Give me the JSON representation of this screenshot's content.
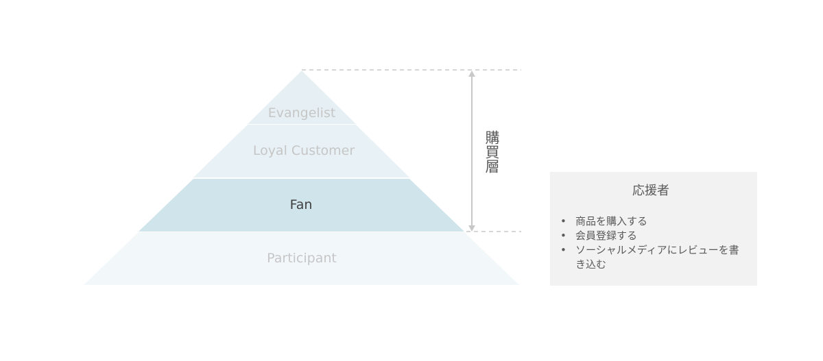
{
  "tiers": [
    {
      "label": "Evangelist",
      "fill": "#e6f0f4",
      "text_color": "#c6c6c6"
    },
    {
      "label": "Loyal Customer",
      "fill": "#e8f1f5",
      "text_color": "#c6c6c6"
    },
    {
      "label": "Fan",
      "fill": "#d0e4ec",
      "text_color": "#404040"
    },
    {
      "label": "Participant",
      "fill": "#f2f7f9",
      "text_color": "#c6c6c6"
    }
  ],
  "bracket": {
    "label": "購買層",
    "color": "#c8c8c8"
  },
  "info_box": {
    "title": "応援者",
    "items": [
      "商品を購入する",
      "会員登録する",
      "ソーシャルメディアにレビューを書き込む"
    ],
    "bullet": "•"
  }
}
